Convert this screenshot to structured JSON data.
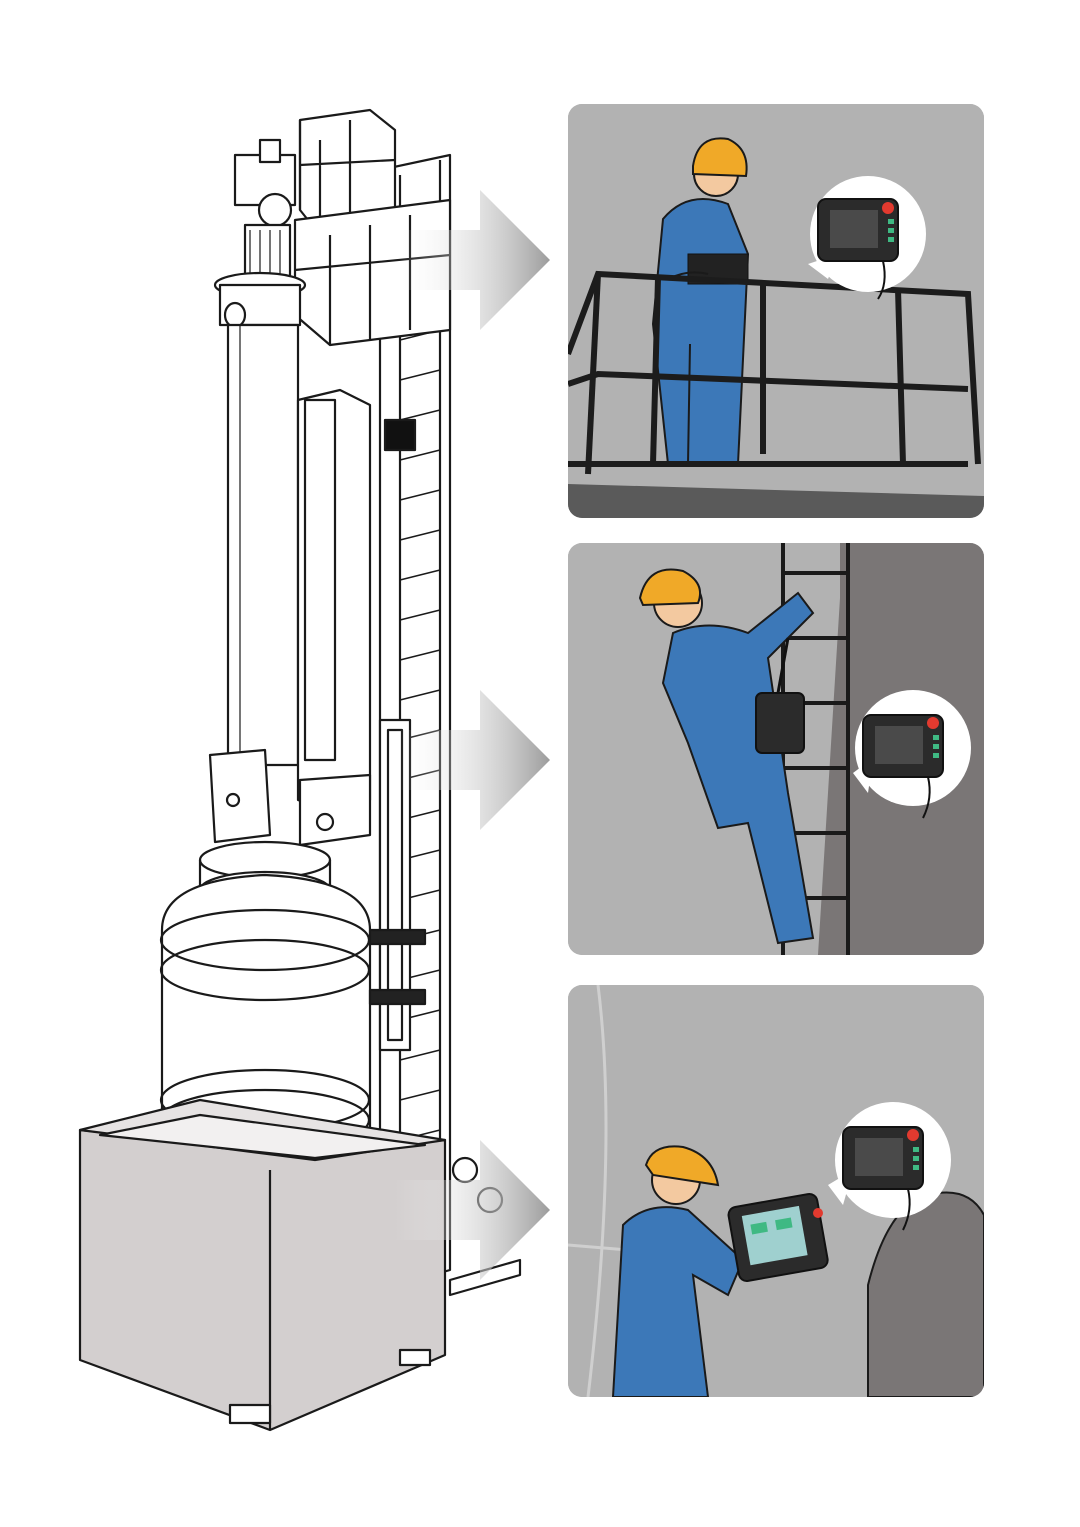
{
  "illustration": {
    "subject": "vertical-crystal-growth-furnace",
    "panels": [
      {
        "id": "panel-top",
        "scene": "worker-on-platform-with-pendant",
        "icon": "handheld-pendant-icon"
      },
      {
        "id": "panel-mid",
        "scene": "worker-climbing-ladder-with-pendant",
        "icon": "handheld-pendant-icon"
      },
      {
        "id": "panel-bot",
        "scene": "worker-operating-tablet-pendant",
        "icon": "handheld-pendant-icon"
      }
    ],
    "colors": {
      "panel_bg": "#b2b2b2",
      "coverall_blue": "#3c78b8",
      "helmet_yellow": "#f0a928",
      "estop_red": "#e23a2f",
      "screen_green": "#3fb983",
      "base_block": "#d3cfcf",
      "wall_dark": "#7a7676"
    }
  }
}
